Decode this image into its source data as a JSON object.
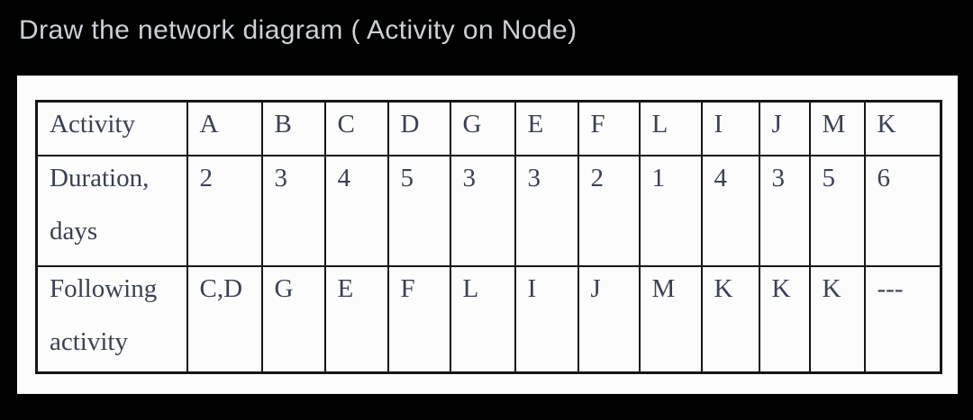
{
  "title": "Draw the network diagram ( Activity on Node)",
  "colors": {
    "background": "#000000",
    "panel": "#fcfcfc",
    "table_text": "#3a4154",
    "table_border": "#161616",
    "title_text": "#ccd1d6"
  },
  "table": {
    "header": [
      "Activity",
      "A",
      "B",
      "C",
      "D",
      "G",
      "E",
      "F",
      "L",
      "I",
      "J",
      "M",
      "K"
    ],
    "rows": [
      {
        "label_line1": "Duration,",
        "label_line2": "days",
        "values": [
          "2",
          "3",
          "4",
          "5",
          "3",
          "3",
          "2",
          "1",
          "4",
          "3",
          "5",
          "6"
        ]
      },
      {
        "label_line1": "Following",
        "label_line2": "activity",
        "values": [
          "C,D",
          "G",
          "E",
          "F",
          "L",
          "I",
          "J",
          "M",
          "K",
          "K",
          "K",
          "---"
        ]
      }
    ]
  }
}
